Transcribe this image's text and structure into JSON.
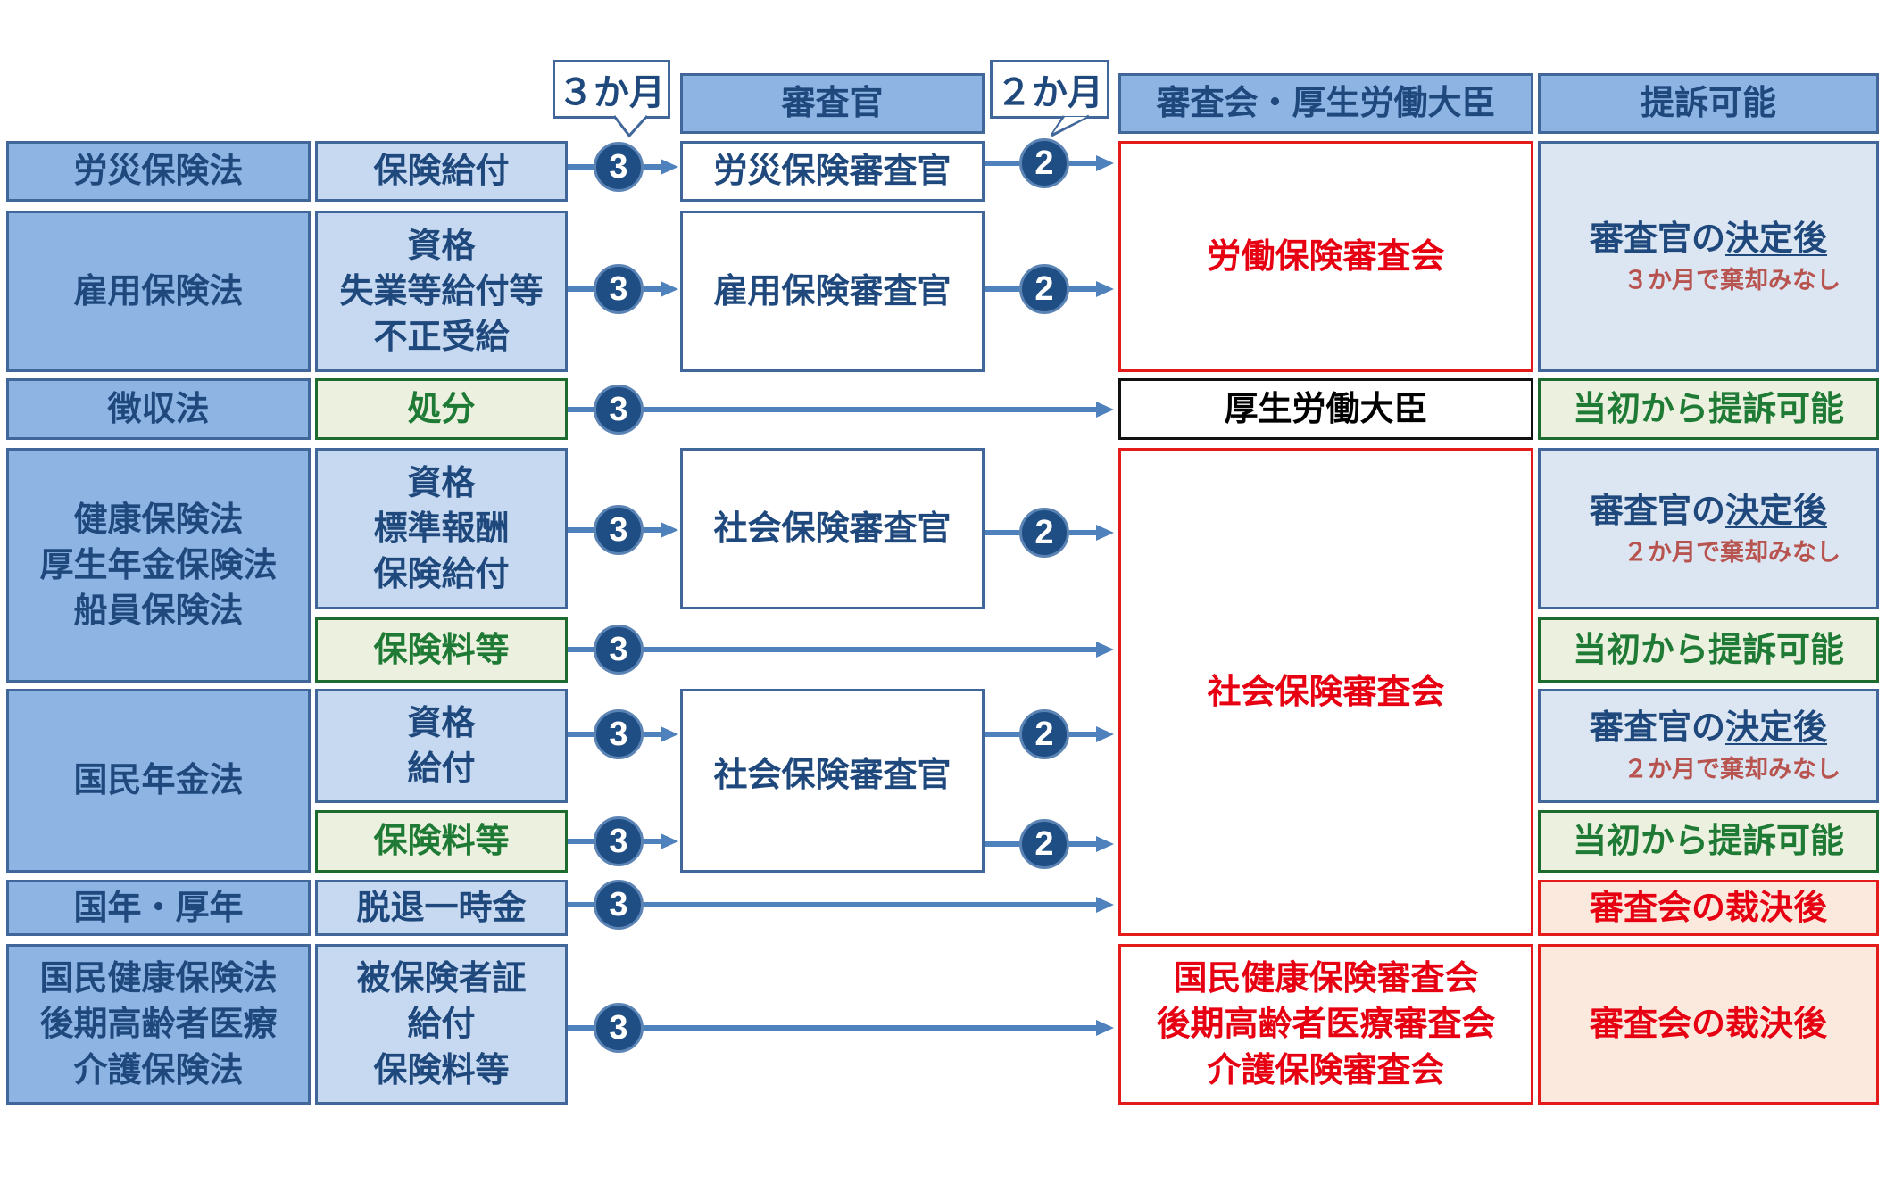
{
  "headers": {
    "examiner": "審査官",
    "council": "審査会・厚生労働大臣",
    "lawsuit": "提訴可能"
  },
  "callouts": {
    "first_period": "３か月",
    "second_period": "２か月"
  },
  "step_markers": {
    "first": "3",
    "second": "2"
  },
  "colors": {
    "arrow": "#4F81BD",
    "circle": "#1F4E85",
    "council_red": "#E60012",
    "green_text": "#1E7A34"
  },
  "rows": [
    {
      "law": "労災保険法",
      "subject": "保険給付",
      "examiner": "労災保険審査官",
      "council": "労働保険審査会",
      "lawsuit_main": "審査官の",
      "lawsuit_underlined": "決定後",
      "lawsuit_note": "３か月で棄却みなし"
    },
    {
      "law": "雇用保険法",
      "subject_lines": [
        "資格",
        "失業等給付等",
        "不正受給"
      ],
      "examiner": "雇用保険審査官"
    },
    {
      "law": "徴収法",
      "subject": "処分",
      "council": "厚生労働大臣",
      "lawsuit": "当初から提訴可能"
    },
    {
      "law_lines": [
        "健康保険法",
        "厚生年金保険法",
        "船員保険法"
      ],
      "subject_lines": [
        "資格",
        "標準報酬",
        "保険給付"
      ],
      "examiner": "社会保険審査官",
      "council": "社会保険審査会",
      "lawsuit_main": "審査官の",
      "lawsuit_underlined": "決定後",
      "lawsuit_note": "２か月で棄却みなし",
      "sub_subject": "保険料等",
      "sub_lawsuit": "当初から提訴可能"
    },
    {
      "law": "国民年金法",
      "subject_lines": [
        "資格",
        "給付"
      ],
      "examiner": "社会保険審査官",
      "lawsuit_main": "審査官の",
      "lawsuit_underlined": "決定後",
      "lawsuit_note": "２か月で棄却みなし",
      "sub_subject": "保険料等",
      "sub_lawsuit": "当初から提訴可能"
    },
    {
      "law": "国年・厚年",
      "subject": "脱退一時金",
      "lawsuit": "審査会の裁決後"
    },
    {
      "law_lines": [
        "国民健康保険法",
        "後期高齢者医療",
        "介護保険法"
      ],
      "subject_lines": [
        "被保険者証",
        "給付",
        "保険料等"
      ],
      "council_lines": [
        "国民健康保険審査会",
        "後期高齢者医療審査会",
        "介護保険審査会"
      ],
      "lawsuit": "審査会の裁決後"
    }
  ]
}
